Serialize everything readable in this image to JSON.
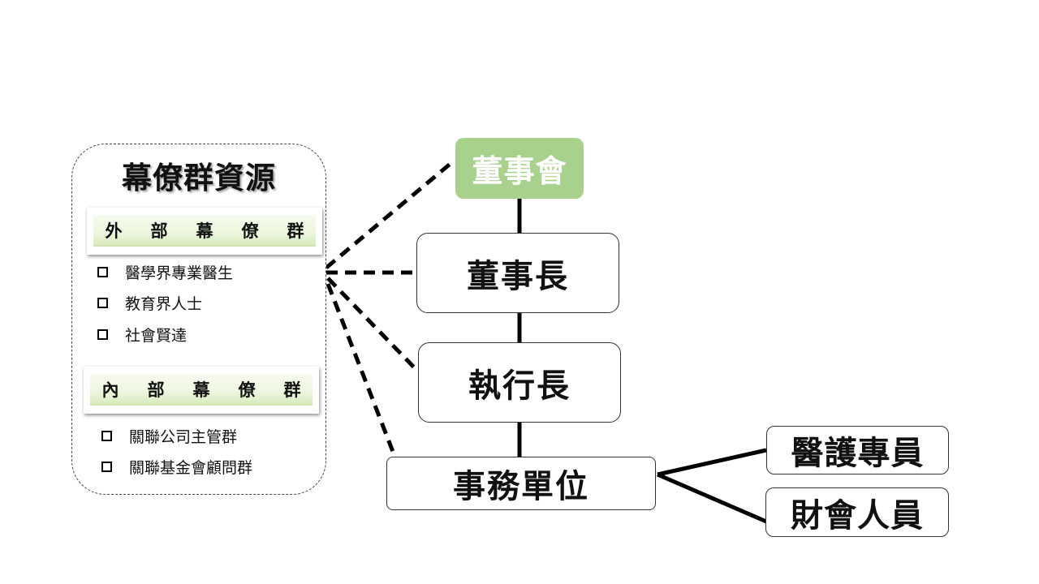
{
  "advisory_panel": {
    "title": "幕僚群資源",
    "external": {
      "header": "外部幕僚群",
      "items": [
        "醫學界專業醫生",
        "教育界人士",
        "社會賢達"
      ]
    },
    "internal": {
      "header": "內部幕僚群",
      "items": [
        "關聯公司主管群",
        "關聯基金會顧問群"
      ]
    }
  },
  "org_chart": {
    "board": "董事會",
    "chairman": "董事長",
    "ceo": "執行長",
    "office": "事務單位",
    "medical_staff": "醫護專員",
    "finance_staff": "財會人員"
  },
  "colors": {
    "board_fill": "#a9d18e",
    "board_text": "#ffffff",
    "connector": "#000000",
    "group_bar": "#eef7e0"
  },
  "icons": {
    "bullet": "checkbox-bullet-icon"
  }
}
